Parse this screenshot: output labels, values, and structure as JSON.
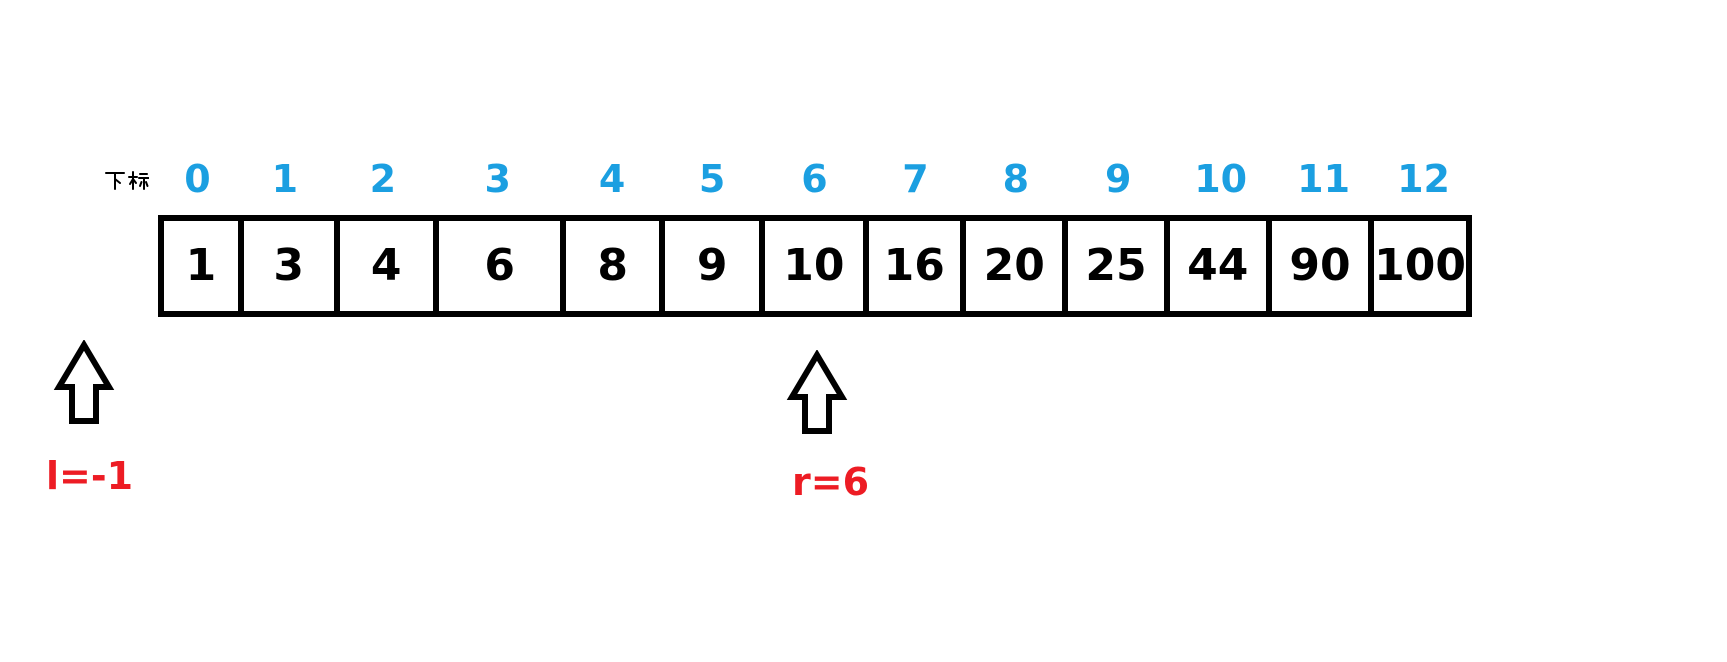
{
  "index_caption": "下标",
  "array": {
    "indices": [
      "0",
      "1",
      "2",
      "3",
      "4",
      "5",
      "6",
      "7",
      "8",
      "9",
      "10",
      "11",
      "12"
    ],
    "values": [
      "1",
      "3",
      "4",
      "6",
      "8",
      "9",
      "10",
      "16",
      "20",
      "25",
      "44",
      "90",
      "100"
    ]
  },
  "pointers": {
    "left": {
      "label": "l=-1"
    },
    "right": {
      "label": "r=6"
    }
  },
  "colors": {
    "index_text": "#1B9FE1",
    "pointer_label": "#ED1C24",
    "line": "#000000",
    "background": "#FFFFFF"
  }
}
